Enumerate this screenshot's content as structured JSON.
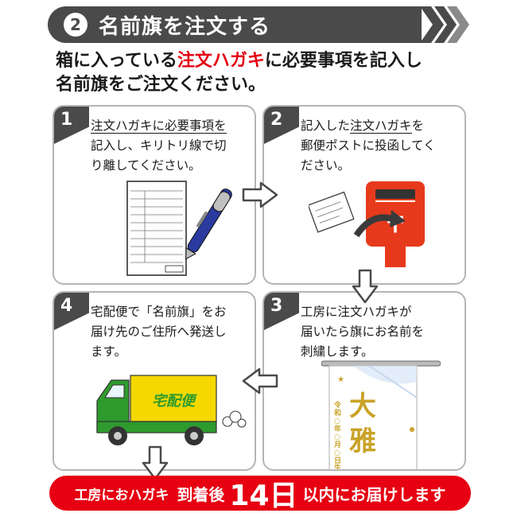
{
  "header": {
    "step_number": "2",
    "title": "名前旗を注文する"
  },
  "intro": {
    "line1_prefix": "箱に入っている",
    "line1_highlight": "注文ハガキ",
    "line1_suffix": "に必要事項を記入し",
    "line2": "名前旗をご注文ください。"
  },
  "steps": [
    {
      "number": "1",
      "lines": [
        "注文ハガキに必要事項を",
        "記入し、キリトリ線で切",
        "り離してください。"
      ]
    },
    {
      "number": "2",
      "line1_prefix": "記入した",
      "line1_underline": "注文ハガキ",
      "line1_suffix": "を",
      "lines": [
        "郵便ポストに投函してく",
        "ださい。"
      ]
    },
    {
      "number": "3",
      "lines": [
        "工房に注文ハガキが",
        "届いたら旗にお名前を",
        "刺繍します。"
      ]
    },
    {
      "number": "4",
      "lines": [
        "宅配便で「名前旗」をお",
        "届け先のご住所へ発送し",
        "ます。"
      ]
    }
  ],
  "illustrations": {
    "truck_label": "宅配便",
    "postbox_mark": "〒",
    "banner_name": "大雅",
    "banner_date": "令和○年○月○日生"
  },
  "bottom": {
    "part1": "工房におハガキ",
    "part2": "到着後",
    "part3": "14日",
    "part4": "以内にお届けします"
  },
  "colors": {
    "accent": "#e60012",
    "dark": "#4a4a4a",
    "border": "#b5b5b5",
    "truck_green": "#2e9b2e",
    "truck_yellow": "#f4d800",
    "gold": "#c9a227"
  }
}
